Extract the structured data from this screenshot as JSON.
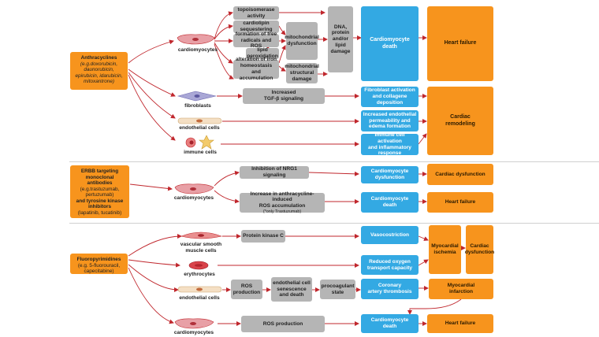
{
  "drugs": {
    "anthracyclines": {
      "name": "Anthracyclines",
      "examples": "(e.g.doxorubicin, daunorubicin, epirubicin, idarubicin, mitoxantrone)"
    },
    "erbb": {
      "name": "ERBB targeting monoclonal antibodies",
      "examples": "(e.g.trastuzumab, pertuzumab)",
      "extra": "and tyrosine kinase inhibitors",
      "extra_examples": "(lapatinib, tucatinib)"
    },
    "fluoro": {
      "name": "Fluoropyrimidines",
      "examples": "(e.g. 5-fluorouracil, capecitabine)"
    }
  },
  "cells": {
    "cardio1": "cardiomyocytes",
    "fibro": "fibroblasts",
    "endo1": "endothelial cells",
    "immune": "immune cells",
    "cardio2": "cardiomyocytes",
    "vsmc": "vascular smooth\nmuscle cells",
    "ery": "erythrocytes",
    "endo2": "endothelial cells",
    "cardio3": "cardiomyocytes"
  },
  "mechanisms": {
    "topo": "topoisomerase\nactivity",
    "cardiolipin": "cardiolipin\nsequestering",
    "free_radicals": "formation of free\nradicals and ROS",
    "lipid_perox": "lipid\nperoxidation",
    "iron": "alteration of iron\nhomeostasis\nand accumulation",
    "mito_dys": "mitochondrial\ndysfunction",
    "mito_struct": "mitochondrial\nstructural\ndamage",
    "dna_damage": "DNA,\nprotein\nand/or\nlipid\ndamage",
    "tgf": "Increased\nTGF-β signaling",
    "nrg1": "Inhibition of NRG1 signaling",
    "ros_accum": "Increase in anthracycline-induced\nROS accumulation",
    "ros_accum_note": "(*only Trastuzumab)",
    "pkc": "Protein kinase C",
    "ros_prod1": "ROS\nproduction",
    "endo_sen": "endothelial cell\nsenescence\nand death",
    "procoag": "procoagulant\nstate",
    "ros_prod2": "ROS production"
  },
  "effects": {
    "cm_death1": "Cardiomyocyte\ndeath",
    "fib_act": "Fibroblast activation\nand collagene\ndeposition",
    "endo_perm": "Increased endothelial\npermeability and\nedema formation",
    "immune_act": "Immune cell activation\nand inflammatory\nresponse",
    "cm_dysf": "Cardiomyocyte\ndysfunction",
    "cm_death2": "Cardiomyocyte\ndeath",
    "vaso": "Vasocostriction",
    "red_o2": "Reduced oxygen\ntransport capacity",
    "coronary": "Coronary\nartery thrombosis",
    "cm_death3": "Cardiomyocyte\ndeath"
  },
  "outcomes": {
    "hf1": "Heart failure",
    "remodel": "Cardiac\nremodeling",
    "cdysf1": "Cardiac dysfunction",
    "hf2": "Heart failure",
    "ischemia": "Myocardial\nischemia",
    "cdysf2": "Cardiac\ndysfunction",
    "infarction": "Myocardial\ninfarction",
    "hf3": "Heart failure"
  },
  "colors": {
    "arrow": "#c0272d",
    "mechanism": "#b5b5b5",
    "effect": "#33a9e3",
    "outcome": "#f7941d"
  }
}
